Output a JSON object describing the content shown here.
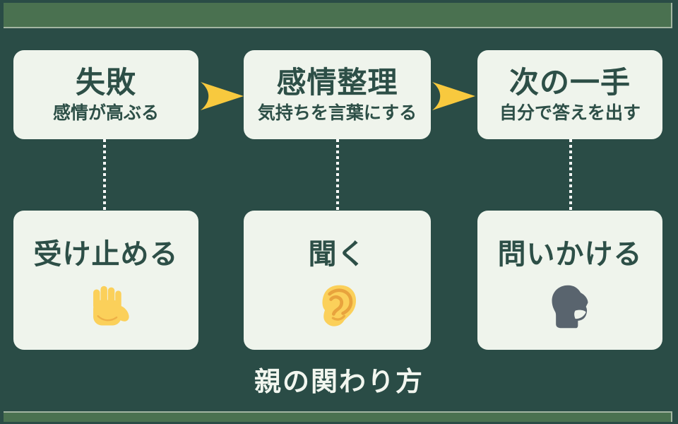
{
  "colors": {
    "background": "#2A4C46",
    "banner": "#4A7150",
    "banner_border": "#A3B5A2",
    "card_bg": "#EFF4EC",
    "text_dark": "#2D4F47",
    "arrow_yellow": "#F8C93E",
    "footer_text": "#F2F6EF",
    "connector": "#FFFFFF",
    "emoji_yellow": "#FBD05A",
    "emoji_orange": "#E8A33D",
    "head_gray": "#59646E"
  },
  "flow": {
    "steps": [
      {
        "title": "失敗",
        "subtitle": "感情が高ぶる",
        "action": "受け止める",
        "icon": "raised-hand-icon",
        "emoji": "✋"
      },
      {
        "title": "感情整理",
        "subtitle": "気持ちを言葉にする",
        "action": "聞く",
        "icon": "ear-icon",
        "emoji": "👂"
      },
      {
        "title": "次の一手",
        "subtitle": "自分で答えを出す",
        "action": "問いかける",
        "icon": "speaking-head-icon",
        "emoji": "🗣"
      }
    ],
    "arrow_icon": "arrow-right-icon"
  },
  "footer": {
    "title": "親の関わり方"
  }
}
